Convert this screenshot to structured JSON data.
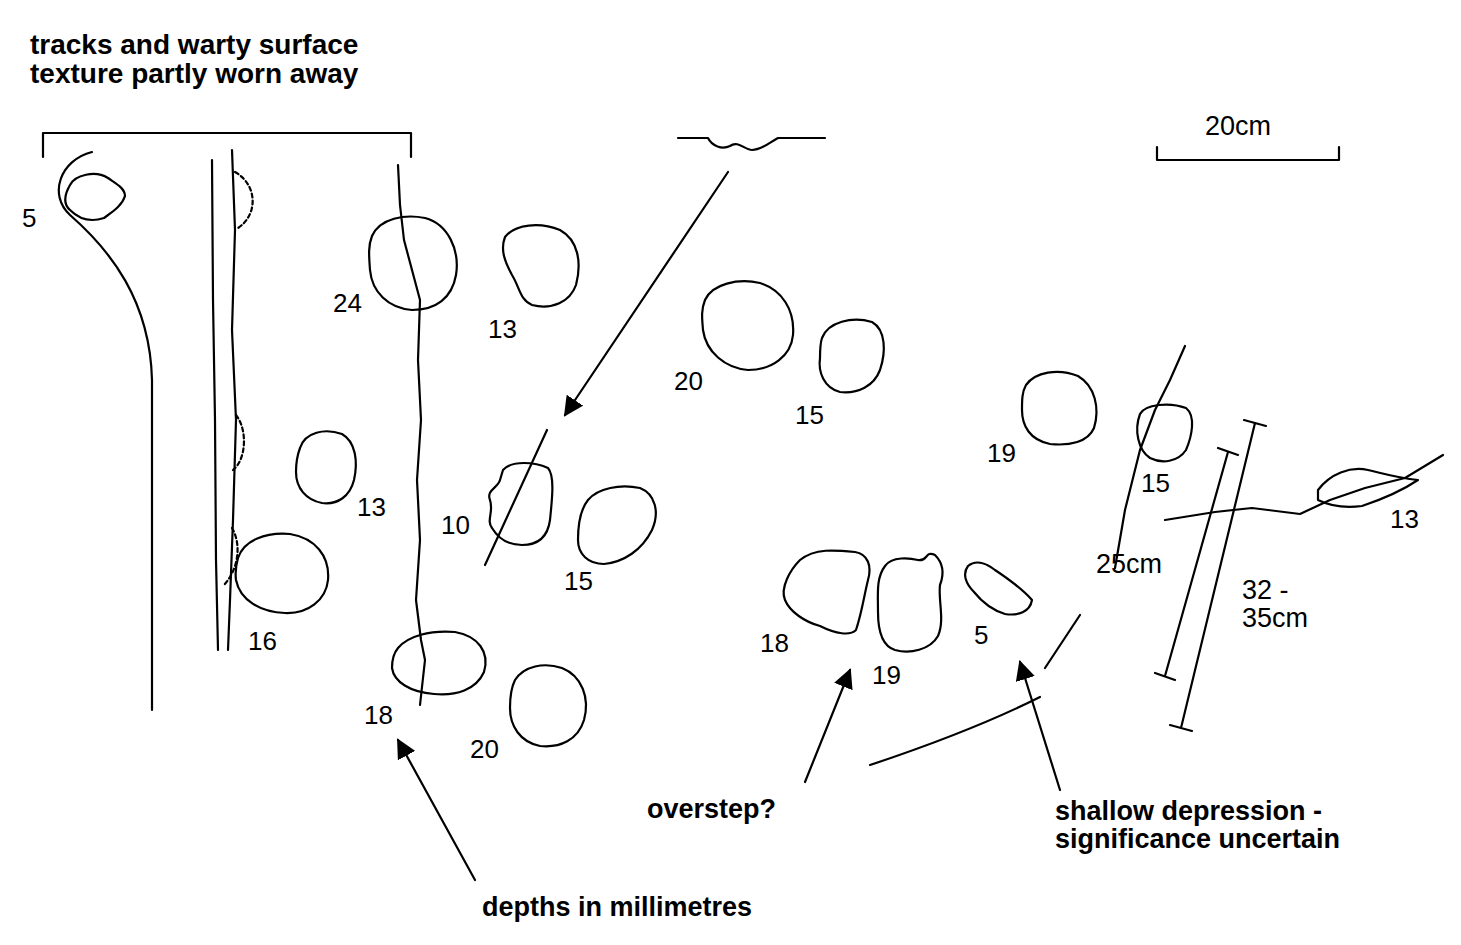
{
  "diagram": {
    "labels": [
      "tracks and warty surface texture partly worn away",
      "20cm",
      "5",
      "24",
      "13",
      "20",
      "15",
      "13",
      "10",
      "15",
      "16",
      "18",
      "20",
      "19",
      "15",
      "13",
      "18",
      "19",
      "5",
      "25cm",
      "32 - 35cm",
      "overstep?",
      "shallow depression - significance uncertain",
      "depths in millimetres"
    ]
  }
}
